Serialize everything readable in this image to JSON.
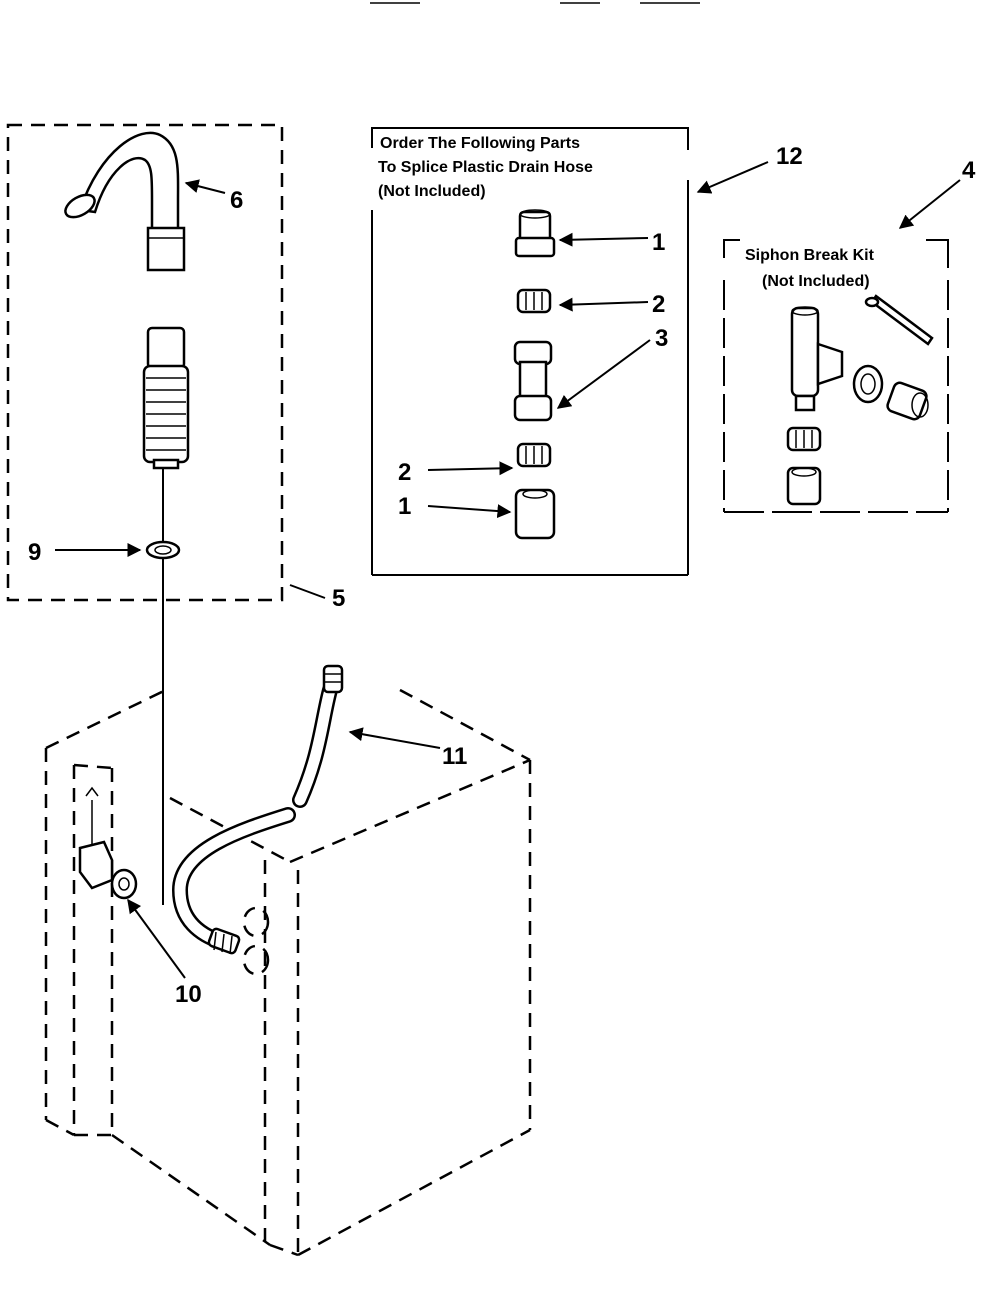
{
  "callouts": {
    "c1a": "1",
    "c2a": "2",
    "c3": "3",
    "c2b": "2",
    "c1b": "1",
    "c4": "4",
    "c5": "5",
    "c6": "6",
    "c9": "9",
    "c10": "10",
    "c11": "11",
    "c12": "12"
  },
  "splice_box": {
    "line1": "Order The Following Parts",
    "line2": "To Splice Plastic Drain Hose",
    "line3": "(Not Included)"
  },
  "siphon_box": {
    "line1": "Siphon Break Kit",
    "line2": "(Not Included)"
  }
}
